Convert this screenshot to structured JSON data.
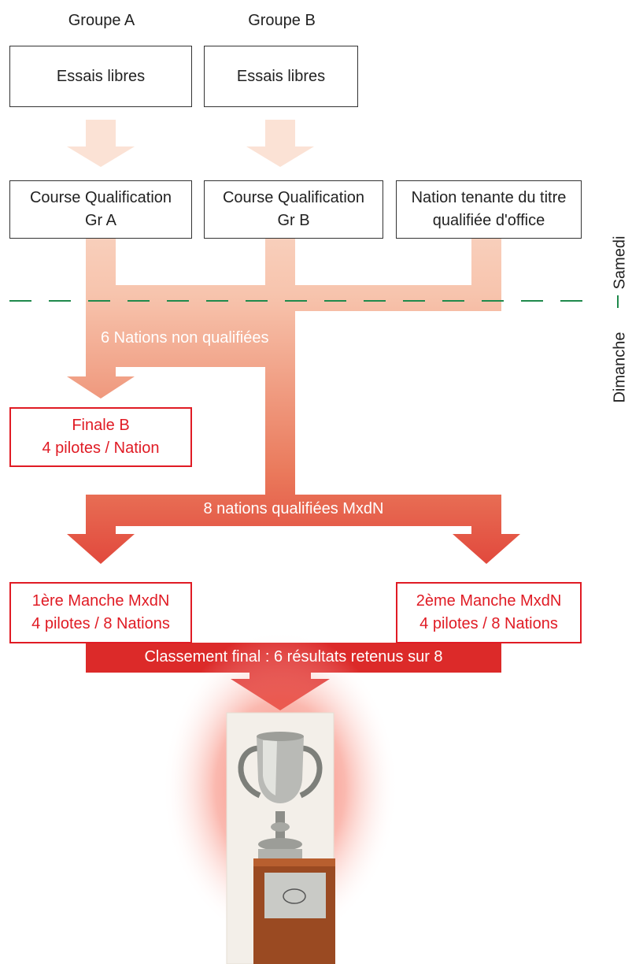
{
  "groups": {
    "a": "Groupe A",
    "b": "Groupe B"
  },
  "boxes": {
    "essais_a": "Essais libres",
    "essais_b": "Essais libres",
    "qual_a": [
      "Course Qualification",
      "Gr A"
    ],
    "qual_b": [
      "Course Qualification",
      "Gr B"
    ],
    "tenant": [
      "Nation tenante du titre",
      "qualifiée d'office"
    ],
    "finale_b": [
      "Finale B",
      "4 pilotes / Nation"
    ],
    "manche1": [
      "1ère Manche MxdN",
      "4 pilotes / 8 Nations"
    ],
    "manche2": [
      "2ème Manche MxdN",
      "4 pilotes / 8 Nations"
    ]
  },
  "flows": {
    "non_qualifiees": "6 Nations non qualifiées",
    "qualifiees": "8 nations qualifiées MxdN",
    "classement": "Classement final : 6 résultats retenus sur 8"
  },
  "side": {
    "samedi": "Samedi",
    "dimanche": "Dimanche"
  },
  "colors": {
    "flow_light": "#fbe2d5",
    "flow_mid": "#ef8a6a",
    "flow_dark": "#e0282a",
    "divider": "#1f8a4c",
    "red": "#e01b24"
  },
  "trophy_icon": "trophy-icon"
}
